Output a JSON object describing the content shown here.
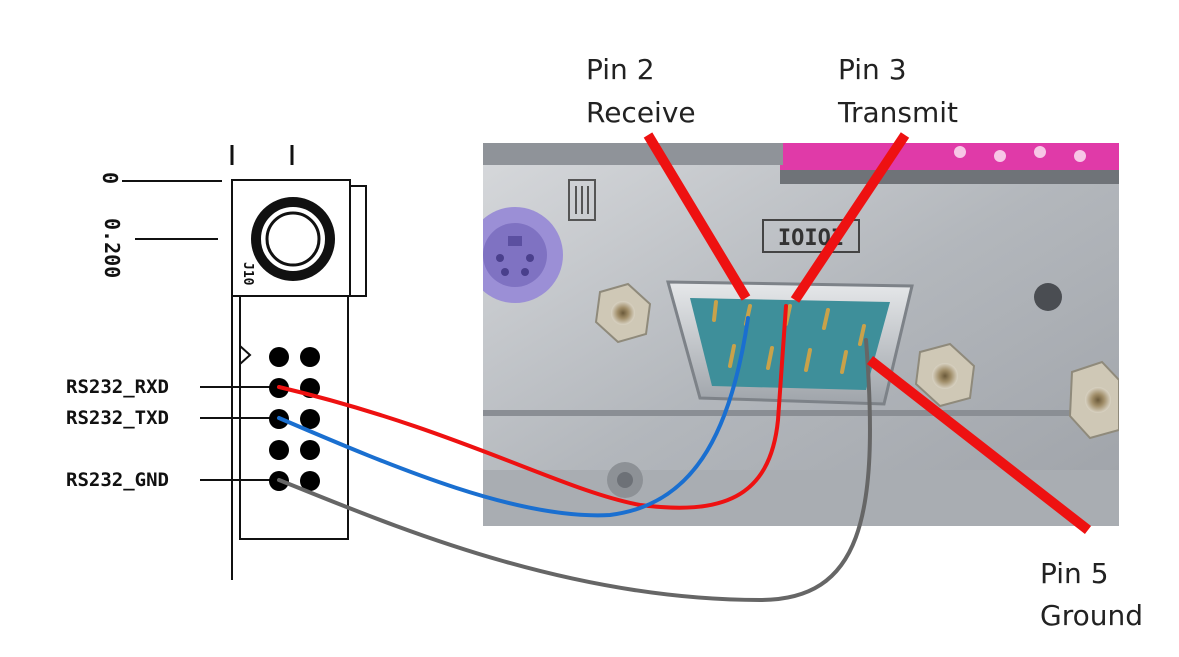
{
  "callouts": {
    "pin2": {
      "title": "Pin 2",
      "desc": "Receive"
    },
    "pin3": {
      "title": "Pin 3",
      "desc": "Transmit"
    },
    "pin5": {
      "title": "Pin 5",
      "desc": "Ground"
    }
  },
  "schematic": {
    "ref_designator": "J10",
    "dim_zero": "0",
    "dim_offset": "0.200",
    "signals": [
      "RS232_RXD",
      "RS232_TXD",
      "RS232_GND"
    ]
  },
  "photo": {
    "port_marking": "IOIOI"
  },
  "colors": {
    "callout_arrow": "#ee1111",
    "rx_wire": "#ee1111",
    "tx_wire": "#1a6fd0",
    "gnd_wire": "#666666",
    "panel_metal": "#b9bcc0",
    "ps2_port": "#9b8fd6",
    "pci_card": "#e03aa8",
    "db9_shell": "#c9ccd0",
    "db9_insulator": "#3e8f9a",
    "pin_gold": "#c9a24a"
  },
  "icons": [
    "arrow-icon"
  ]
}
